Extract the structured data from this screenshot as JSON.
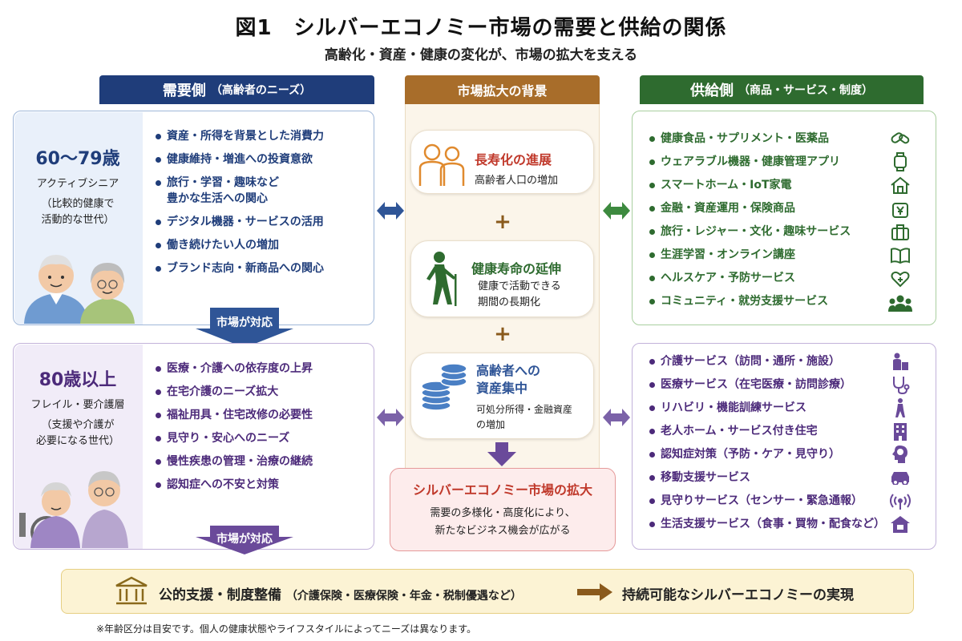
{
  "title": "図1　シルバーエコノミー市場の需要と供給の関係",
  "subtitle": "高齢化・資産・健康の変化が、市場の拡大を支える",
  "demand": {
    "header": "需要側",
    "header_sub": "（高齢者のニーズ）",
    "group1": {
      "age": "60〜79歳",
      "type": "アクティブシニア",
      "note": "（比較的健康で\n活動的な世代）",
      "items": [
        "資産・所得を背景とした消費力",
        "健康維持・増進への投資意欲",
        "旅行・学習・趣味など\n豊かな生活への関心",
        "デジタル機器・サービスの活用",
        "働き続けたい人の増加",
        "ブランド志向・新商品への関心"
      ]
    },
    "arrow1": "市場が対応",
    "group2": {
      "age": "80歳以上",
      "type": "フレイル・要介護層",
      "note": "（支援や介護が\n必要になる世代）",
      "items": [
        "医療・介護への依存度の上昇",
        "在宅介護のニーズ拡大",
        "福祉用具・住宅改修の必要性",
        "見守り・安心へのニーズ",
        "慢性疾患の管理・治療の継続",
        "認知症への不安と対策"
      ]
    },
    "arrow2": "市場が対応"
  },
  "center": {
    "header": "市場拡大の背景",
    "box1": {
      "title": "長寿化の進展",
      "text": "高齢者人口の増加"
    },
    "box2": {
      "title": "健康寿命の延伸",
      "text": "健康で活動できる\n期間の長期化"
    },
    "box3": {
      "title": "高齢者への\n資産集中",
      "text": "可処分所得・金融資産\nの増加"
    },
    "plus": "+",
    "result_title": "シルバーエコノミー市場の拡大",
    "result_text": "需要の多様化・高度化により、\n新たなビジネス機会が広がる"
  },
  "supply": {
    "header": "供給側",
    "header_sub": "（商品・サービス・制度）",
    "group1": [
      "健康食品・サプリメント・医薬品",
      "ウェアラブル機器・健康管理アプリ",
      "スマートホーム・IoT家電",
      "金融・資産運用・保険商品",
      "旅行・レジャー・文化・趣味サービス",
      "生涯学習・オンライン講座",
      "ヘルスケア・予防サービス",
      "コミュニティ・就労支援サービス"
    ],
    "group2": [
      "介護サービス（訪問・通所・施設）",
      "医療サービス（在宅医療・訪問診療）",
      "リハビリ・機能訓練サービス",
      "老人ホーム・サービス付き住宅",
      "認知症対策（予防・ケア・見守り）",
      "移動支援サービス",
      "見守りサービス（センサー・緊急通報）",
      "生活支援サービス（食事・買物・配食など）"
    ]
  },
  "footer": {
    "main": "公的支援・制度整備",
    "sub": "（介護保険・医療保険・年金・税制優遇など）",
    "result": "持続可能なシルバーエコノミーの実現"
  },
  "note": "※年齢区分は目安です。個人の健康状態やライフスタイルによってニーズは異なります。",
  "colors": {
    "blue": "#1f3d7a",
    "brown": "#a86d2a",
    "green": "#2e6b2f",
    "purple": "#6a4a9a",
    "red": "#c0392b"
  }
}
